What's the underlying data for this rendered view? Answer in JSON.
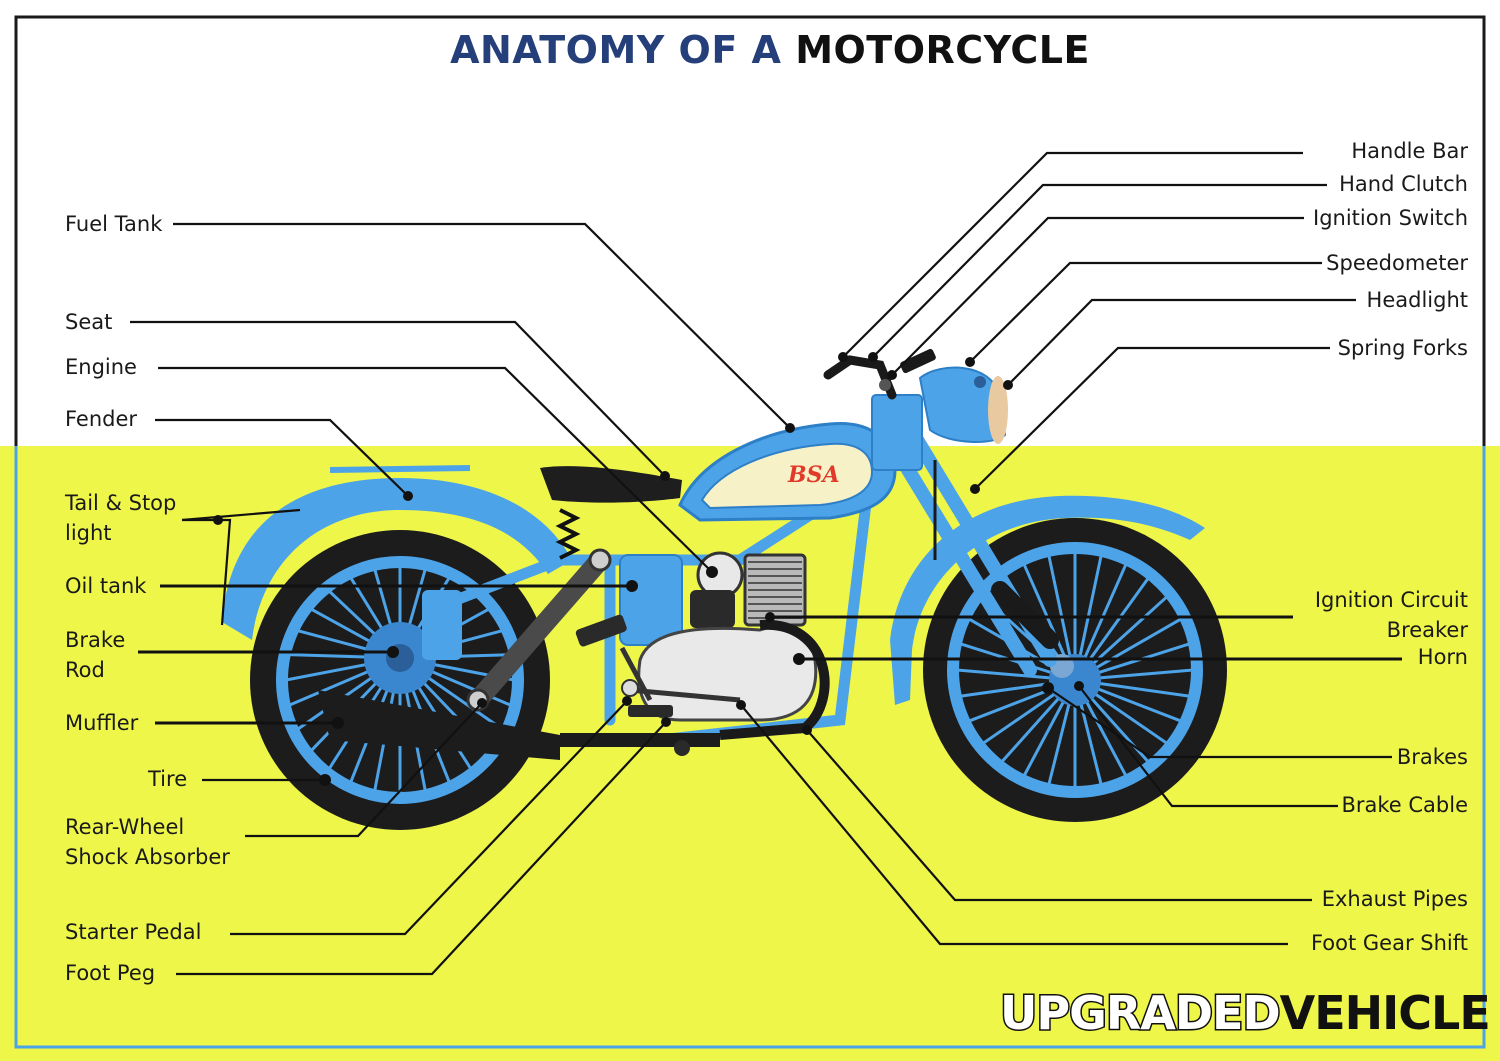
{
  "title": {
    "part1": "ANATOMY OF A",
    "part2": "MOTORCYCLE"
  },
  "colors": {
    "accent_blue": "#4da3e8",
    "title_navy": "#253f7a",
    "background_yellow": "#eef64a",
    "tank_cream": "#f7f1c8",
    "badge_red": "#e23a2a"
  },
  "tank_badge": "BSA",
  "labels_left": {
    "fuel_tank": "Fuel Tank",
    "seat": "Seat",
    "engine": "Engine",
    "fender": "Fender",
    "tail_stop_light_1": "Tail & Stop",
    "tail_stop_light_2": "light",
    "oil_tank": "Oil tank",
    "brake_rod_1": "Brake",
    "brake_rod_2": "Rod",
    "muffler": "Muffler",
    "tire": "Tire",
    "rear_shock_1": "Rear-Wheel",
    "rear_shock_2": "Shock Absorber",
    "starter_pedal": "Starter Pedal",
    "foot_peg": "Foot Peg"
  },
  "labels_right": {
    "handle_bar": "Handle Bar",
    "hand_clutch": "Hand Clutch",
    "ignition_switch": "Ignition Switch",
    "speedometer": "Speedometer",
    "headlight": "Headlight",
    "spring_forks": "Spring Forks",
    "ignition_circuit_1": "Ignition Circuit",
    "ignition_circuit_2": "Breaker",
    "horn": "Horn",
    "brakes": "Brakes",
    "brake_cable": "Brake Cable",
    "exhaust_pipes": "Exhaust Pipes",
    "foot_gear_shift": "Foot Gear Shift"
  },
  "brand": {
    "part1": "UPGRADED",
    "part2": "VEHICLE"
  }
}
